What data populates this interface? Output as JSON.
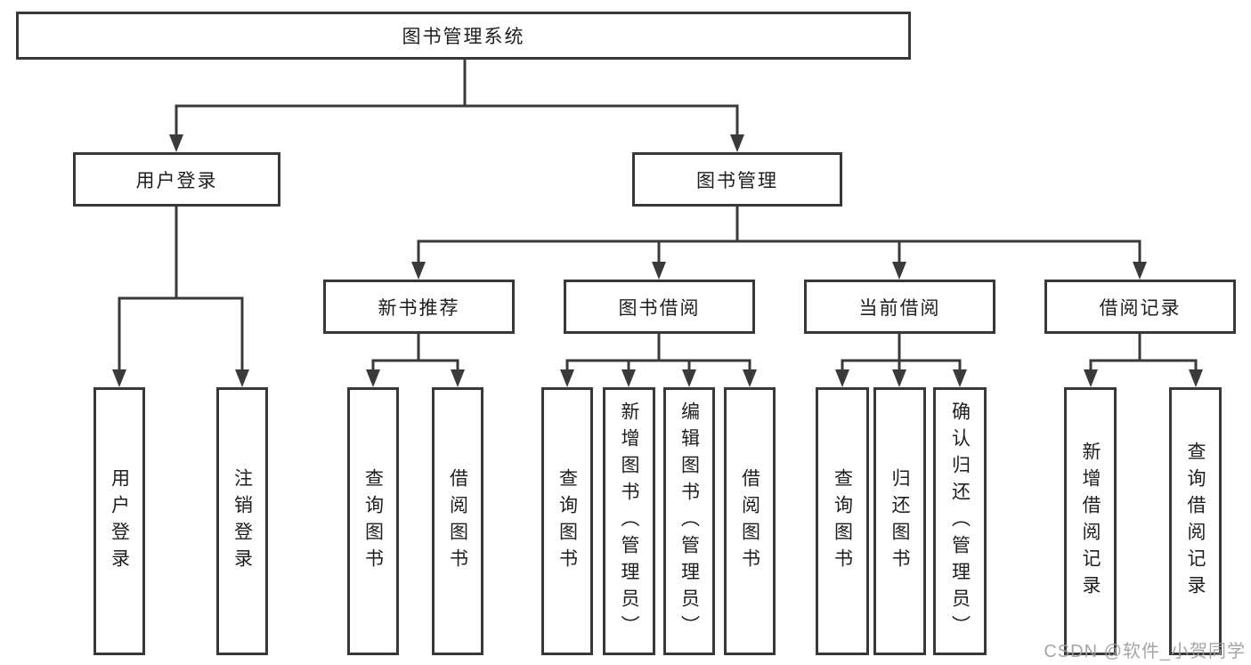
{
  "diagram": {
    "root": {
      "label": "图书管理系统"
    },
    "branches": [
      {
        "label": "用户登录",
        "leaves": [
          {
            "label": "用户登录"
          },
          {
            "label": "注销登录"
          }
        ]
      },
      {
        "label": "图书管理",
        "groups": [
          {
            "label": "新书推荐",
            "leaves": [
              {
                "label": "查询图书"
              },
              {
                "label": "借阅图书"
              }
            ]
          },
          {
            "label": "图书借阅",
            "leaves": [
              {
                "label": "查询图书"
              },
              {
                "label": "新增图书（管理员）"
              },
              {
                "label": "编辑图书（管理员）"
              },
              {
                "label": "借阅图书"
              }
            ]
          },
          {
            "label": "当前借阅",
            "leaves": [
              {
                "label": "查询图书"
              },
              {
                "label": "归还图书"
              },
              {
                "label": "确认归还（管理员）"
              }
            ]
          },
          {
            "label": "借阅记录",
            "leaves": [
              {
                "label": "新增借阅记录"
              },
              {
                "label": "查询借阅记录"
              }
            ]
          }
        ]
      }
    ]
  },
  "watermark": {
    "text": "CSDN @软件_小贺同学"
  },
  "colors": {
    "line": "#3a3a3a",
    "border": "#383838",
    "text": "#1e1e1e",
    "watermark": "#9b9b9b",
    "background": "#ffffff"
  }
}
